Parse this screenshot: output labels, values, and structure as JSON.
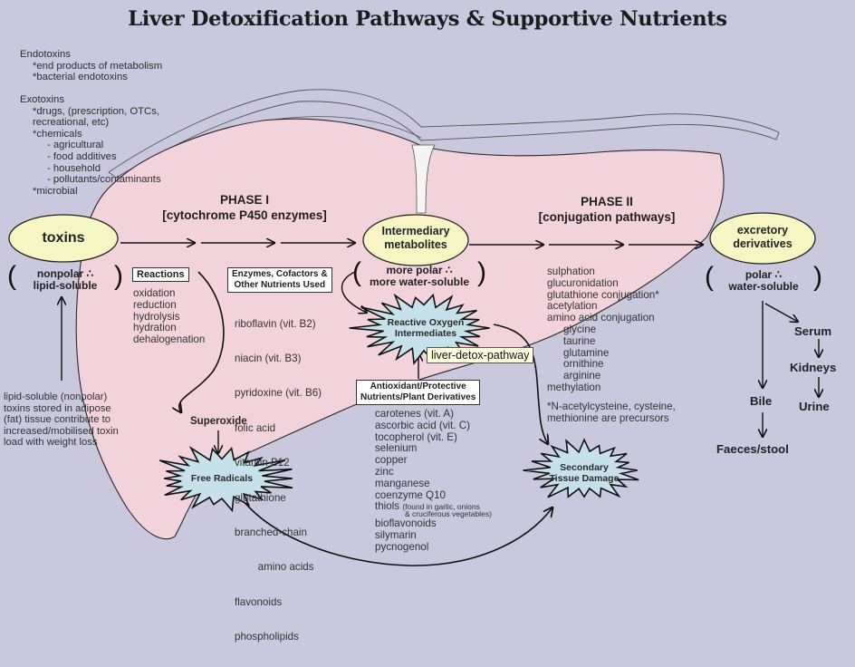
{
  "title": "Liver Detoxification Pathways & Supportive Nutrients",
  "colors": {
    "background": "#c9c8dc",
    "liver": "#f2d3dc",
    "ellipse_fill": "#f5f6c4",
    "burst_fill": "#c6e1ea",
    "tooltip_fill": "#ffffe1"
  },
  "sources": {
    "endotoxins": {
      "heading": "Endotoxins",
      "items": [
        "*end products of metabolism",
        "*bacterial endotoxins"
      ]
    },
    "exotoxins": {
      "heading": "Exotoxins",
      "items": [
        "*drugs, (prescription, OTCs,",
        "recreational, etc)",
        "*chemicals",
        "- agricultural",
        "- food additives",
        "- household",
        "- pollutants/contaminants",
        "*microbial"
      ]
    }
  },
  "phase1": {
    "title": "PHASE I",
    "subtitle": "[cytochrome P450 enzymes]"
  },
  "phase2": {
    "title": "PHASE II",
    "subtitle": "[conjugation pathways]"
  },
  "nodes": {
    "toxins": "toxins",
    "toxins_property": {
      "line1": "nonpolar ∴",
      "line2": "lipid-soluble"
    },
    "intermediary": {
      "line1": "Intermediary",
      "line2": "metabolites"
    },
    "intermediary_property": {
      "line1": "more polar ∴",
      "line2": "more water-soluble"
    },
    "excretory": {
      "line1": "excretory",
      "line2": "derivatives"
    },
    "excretory_property": {
      "line1": "polar ∴",
      "line2": "water-soluble"
    }
  },
  "adipose_note": [
    "lipid-soluble (nonpolar)",
    "toxins stored in adipose",
    "(fat) tissue contribute to",
    "increased/mobilised toxin",
    "load with weight loss"
  ],
  "reactions": {
    "label": "Reactions",
    "items": [
      "oxidation",
      "reduction",
      "hydrolysis",
      "hydration",
      "dehalogenation"
    ]
  },
  "enzymes": {
    "label_line1": "Enzymes, Cofactors &",
    "label_line2": "Other Nutrients Used",
    "items": [
      "riboflavin (vit. B2)",
      "niacin (vit. B3)",
      "pyridoxine (vit. B6)",
      "folic acid",
      "vitamin B12",
      "glutathione",
      "branched-chain",
      "   amino acids",
      "flavonoids",
      "phospholipids"
    ]
  },
  "superoxide": "Superoxide",
  "bursts": {
    "free_radicals": "Free Radicals",
    "roi": {
      "line1": "Reactive Oxygen",
      "line2": "Intermediates"
    },
    "secondary": {
      "line1": "Secondary",
      "line2": "Tissue Damage"
    }
  },
  "antioxidants": {
    "label_line1": "Antioxidant/Protective",
    "label_line2": "Nutrients/Plant Derivatives",
    "items": [
      "carotenes (vit. A)",
      "ascorbic acid (vit. C)",
      "tocopherol (vit. E)",
      "selenium",
      "copper",
      "zinc",
      "manganese",
      "coenzyme Q10"
    ],
    "thiols": "thiols",
    "thiols_note_line1": "(found in garlic, onions",
    "thiols_note_line2": "& cruciferous vegetables)",
    "items_after": [
      "bioflavonoids",
      "silymarin",
      "pycnogenol"
    ]
  },
  "conjugation": {
    "items": [
      "sulphation",
      "glucuronidation",
      "glutathione conjugation*",
      "acetylation",
      "amino acid conjugation"
    ],
    "amino_acids": [
      "glycine",
      "taurine",
      "glutamine",
      "ornithine",
      "arginine"
    ],
    "last": "methylation",
    "footnote_line1": "*N-acetylcysteine, cysteine,",
    "footnote_line2": "methionine are precursors"
  },
  "excretion": {
    "serum": "Serum",
    "kidneys": "Kidneys",
    "urine": "Urine",
    "bile": "Bile",
    "faeces": "Faeces/stool"
  },
  "tooltip": "liver-detox-pathway"
}
